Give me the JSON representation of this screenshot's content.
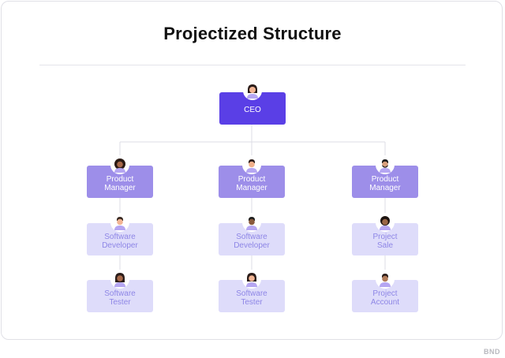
{
  "title": "Projectized Structure",
  "watermark": "BND",
  "colors": {
    "ceo": "#5a3fe6",
    "manager": "#9d8ee9",
    "subordinate": "#dedcfa",
    "subordinate_text": "#8e86e6",
    "connector": "#dcdce4"
  },
  "nodes": {
    "ceo": {
      "label": "CEO",
      "avatar": "woman-avatar-icon"
    },
    "manager_1": {
      "label": "Product\nManager",
      "avatar": "woman-curly-hair-avatar-icon"
    },
    "manager_2": {
      "label": "Product\nManager",
      "avatar": "man-avatar-icon"
    },
    "manager_3": {
      "label": "Product\nManager",
      "avatar": "bearded-man-avatar-icon"
    },
    "col1_level2": {
      "label": "Software\nDeveloper",
      "avatar": "man-avatar-icon"
    },
    "col2_level2": {
      "label": "Software\nDeveloper",
      "avatar": "man-avatar-icon"
    },
    "col3_level2": {
      "label": "Project\nSale",
      "avatar": "woman-avatar-icon"
    },
    "col1_level3": {
      "label": "Software\nTester",
      "avatar": "woman-avatar-icon"
    },
    "col2_level3": {
      "label": "Software\nTester",
      "avatar": "woman-avatar-icon"
    },
    "col3_level3": {
      "label": "Project\nAccount",
      "avatar": "man-avatar-icon"
    }
  }
}
